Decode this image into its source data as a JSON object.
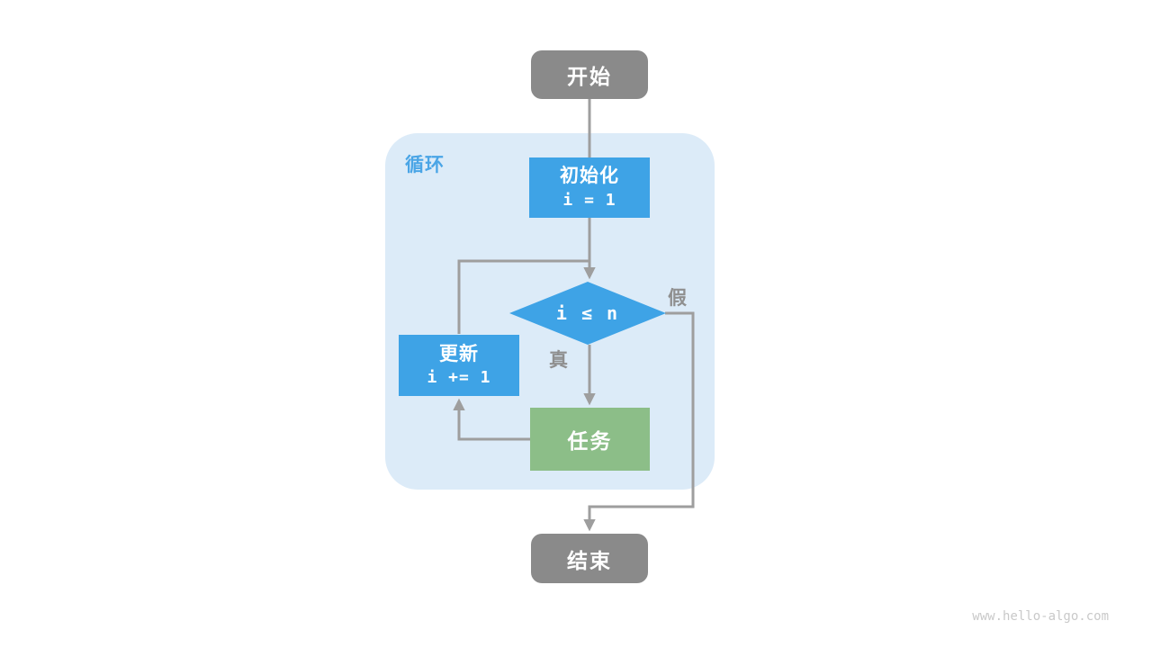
{
  "diagram": {
    "loop_label": "循环",
    "nodes": {
      "start": {
        "label": "开始"
      },
      "init": {
        "label": "初始化",
        "code": "i = 1"
      },
      "condition": {
        "code": "i ≤ n"
      },
      "update": {
        "label": "更新",
        "code": "i += 1"
      },
      "task": {
        "label": "任务"
      },
      "end": {
        "label": "结束"
      }
    },
    "edge_labels": {
      "true": "真",
      "false": "假"
    },
    "watermark": "www.hello-algo.com",
    "colors": {
      "node_blue": "#3ea3e6",
      "node_green": "#8cbe88",
      "node_gray": "#8a8a8a",
      "container_bg": "#dcebf8",
      "arrow_gray": "#9e9e9e",
      "label_gray": "#8f8f8f",
      "loop_label_blue": "#4aa5e6",
      "watermark_gray": "#c9c9c9"
    }
  }
}
